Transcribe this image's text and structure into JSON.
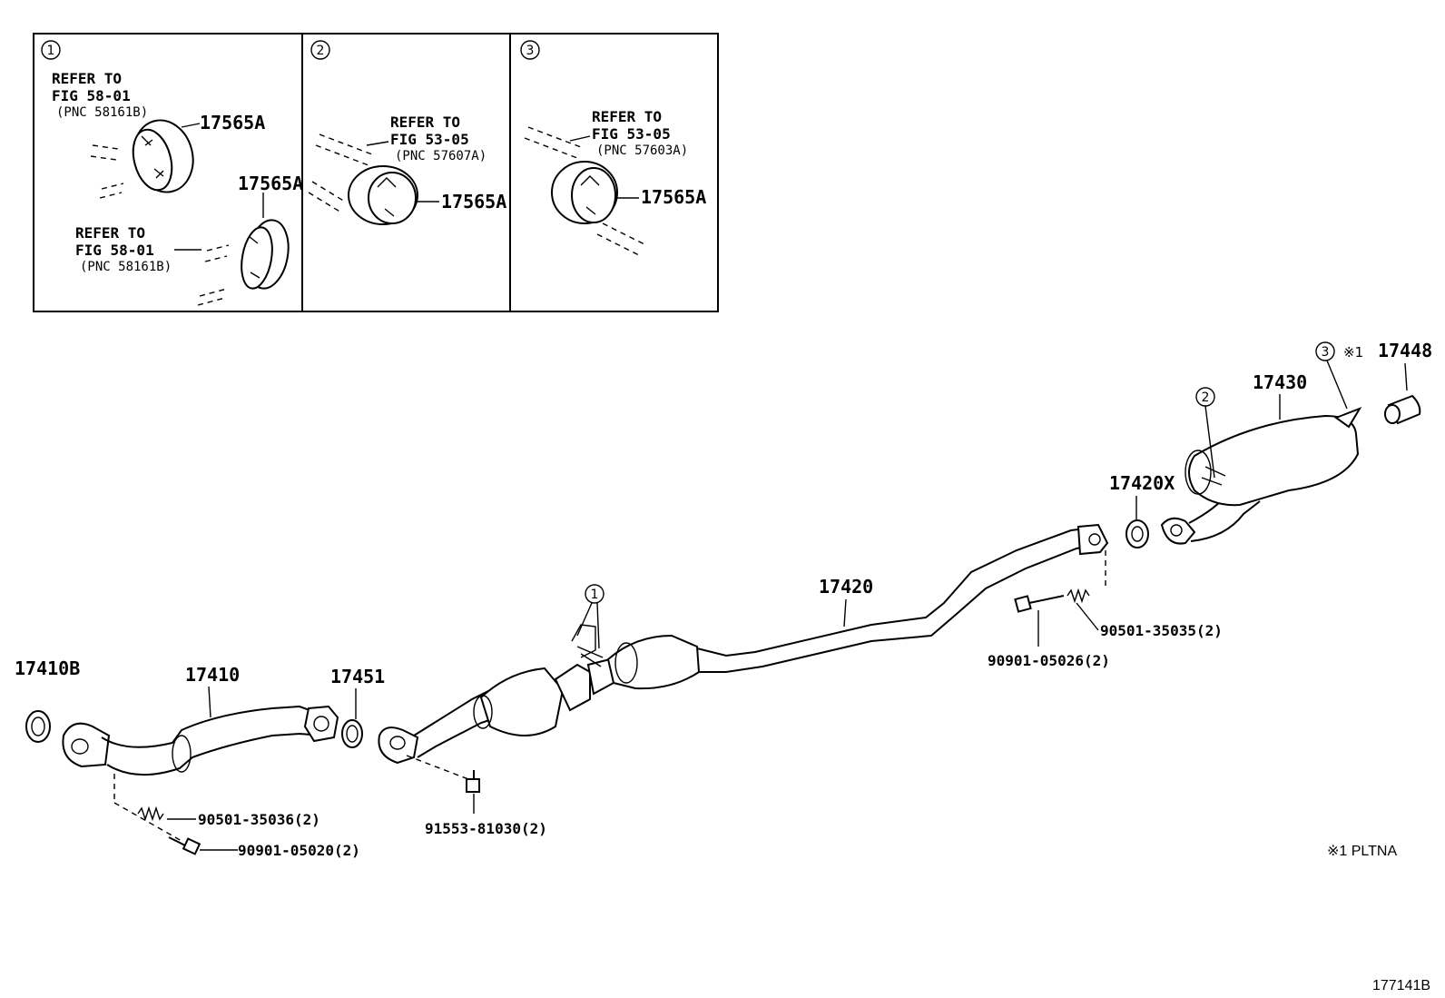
{
  "inset": {
    "panels": [
      {
        "number": "1",
        "refs": [
          {
            "l1": "REFER TO",
            "l2": "FIG 58-01",
            "l3": "(PNC 58161B)"
          },
          {
            "l1": "REFER TO",
            "l2": "FIG 58-01",
            "l3": "(PNC 58161B)"
          }
        ],
        "labels": [
          "17565A",
          "17565A"
        ]
      },
      {
        "number": "2",
        "refs": [
          {
            "l1": "REFER TO",
            "l2": "FIG 53-05",
            "l3": "(PNC 57607A)"
          }
        ],
        "labels": [
          "17565A"
        ]
      },
      {
        "number": "3",
        "refs": [
          {
            "l1": "REFER TO",
            "l2": "FIG 53-05",
            "l3": "(PNC 57603A)"
          }
        ],
        "labels": [
          "17565A"
        ]
      }
    ]
  },
  "parts": {
    "p17410B": "17410B",
    "p17410": "17410",
    "p17451": "17451",
    "p17420": "17420",
    "p17420X": "17420X",
    "p17430": "17430",
    "p17448": "17448",
    "p90501_35036": "90501-35036(2)",
    "p90901_05020": "90901-05020(2)",
    "p91553_81030": "91553-81030(2)",
    "p90501_35035": "90501-35035(2)",
    "p90901_05026": "90901-05026(2)"
  },
  "callouts": {
    "c1": "1",
    "c2": "2",
    "c3": "3",
    "note_mark": "※1"
  },
  "footnote": "※1 PLTNA",
  "figure_code": "177141B"
}
